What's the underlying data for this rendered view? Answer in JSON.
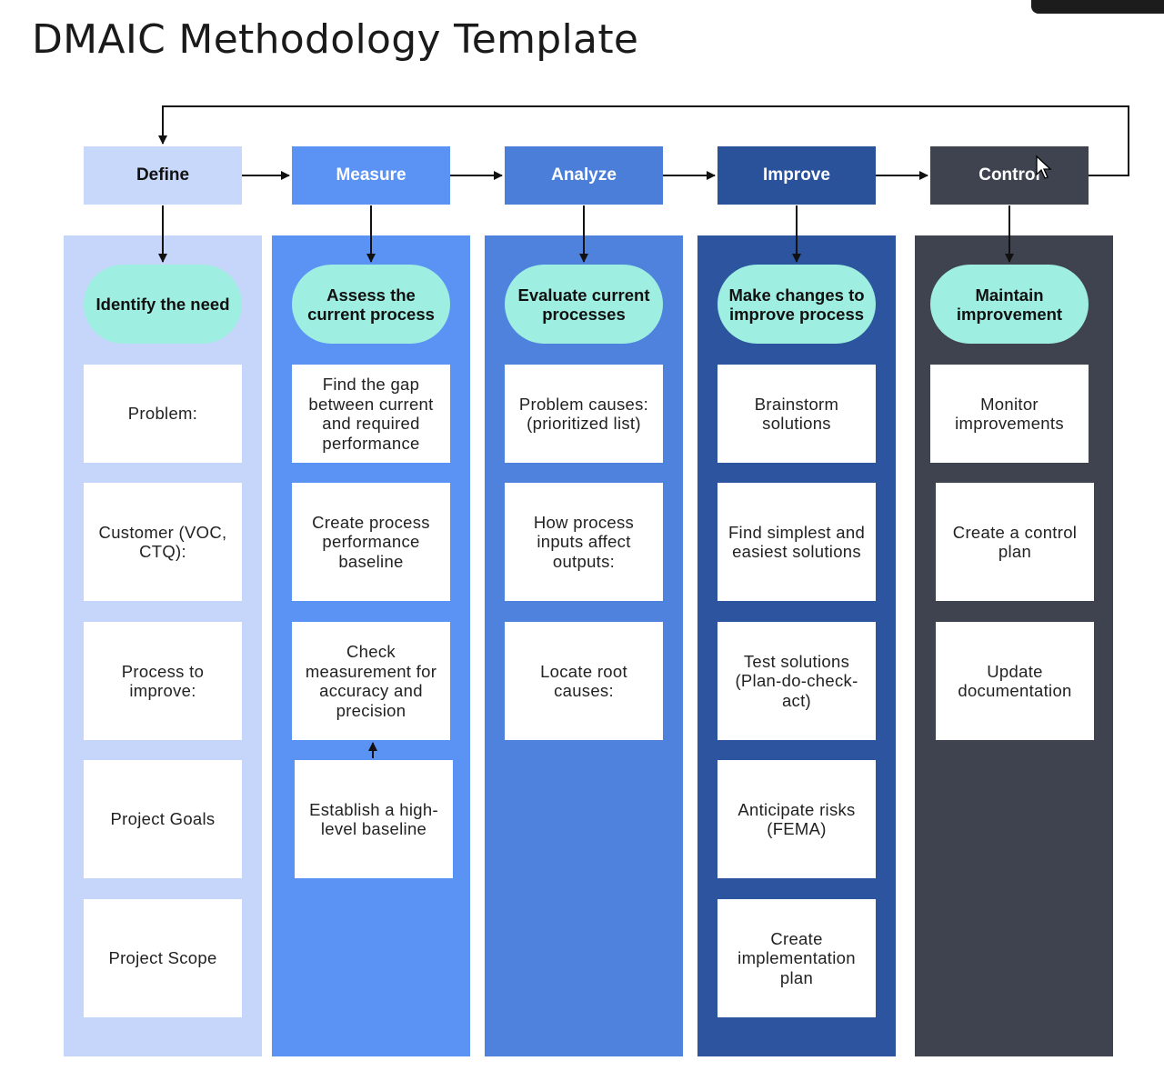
{
  "title": "DMAIC Methodology Template",
  "colors": {
    "define_header": "#c8d8fb",
    "define_column": "#c5d6fa",
    "measure_header": "#5b93f5",
    "measure_column": "#5b93f5",
    "analyze_header": "#4a7ed9",
    "analyze_column": "#4f82dc",
    "improve_header": "#2a529a",
    "improve_column": "#2d559f",
    "control_header": "#3f4350",
    "control_column": "#3f4350",
    "goal_pill": "#9eeee1"
  },
  "phases": [
    {
      "name": "Define",
      "goal": "Identify the need",
      "steps": [
        "Problem:",
        "Customer (VOC, CTQ):",
        "Process to improve:",
        "Project Goals",
        "Project Scope"
      ]
    },
    {
      "name": "Measure",
      "goal": "Assess the current process",
      "steps": [
        "Find the gap between current and required performance",
        "Create process performance baseline",
        "Check measurement for accuracy and precision",
        "Establish a high-level baseline"
      ]
    },
    {
      "name": "Analyze",
      "goal": "Evaluate current processes",
      "steps": [
        "Problem causes: (prioritized list)",
        "How process inputs affect outputs:",
        "Locate root causes:"
      ]
    },
    {
      "name": "Improve",
      "goal": "Make changes to improve process",
      "steps": [
        "Brainstorm solutions",
        "Find simplest and easiest solutions",
        "Test solutions (Plan-do-check-act)",
        "Anticipate risks (FEMA)",
        "Create implementation plan"
      ]
    },
    {
      "name": "Control",
      "goal": "Maintain improvement",
      "steps": [
        "Monitor improvements",
        "Create a control plan",
        "Update documentation"
      ]
    }
  ]
}
